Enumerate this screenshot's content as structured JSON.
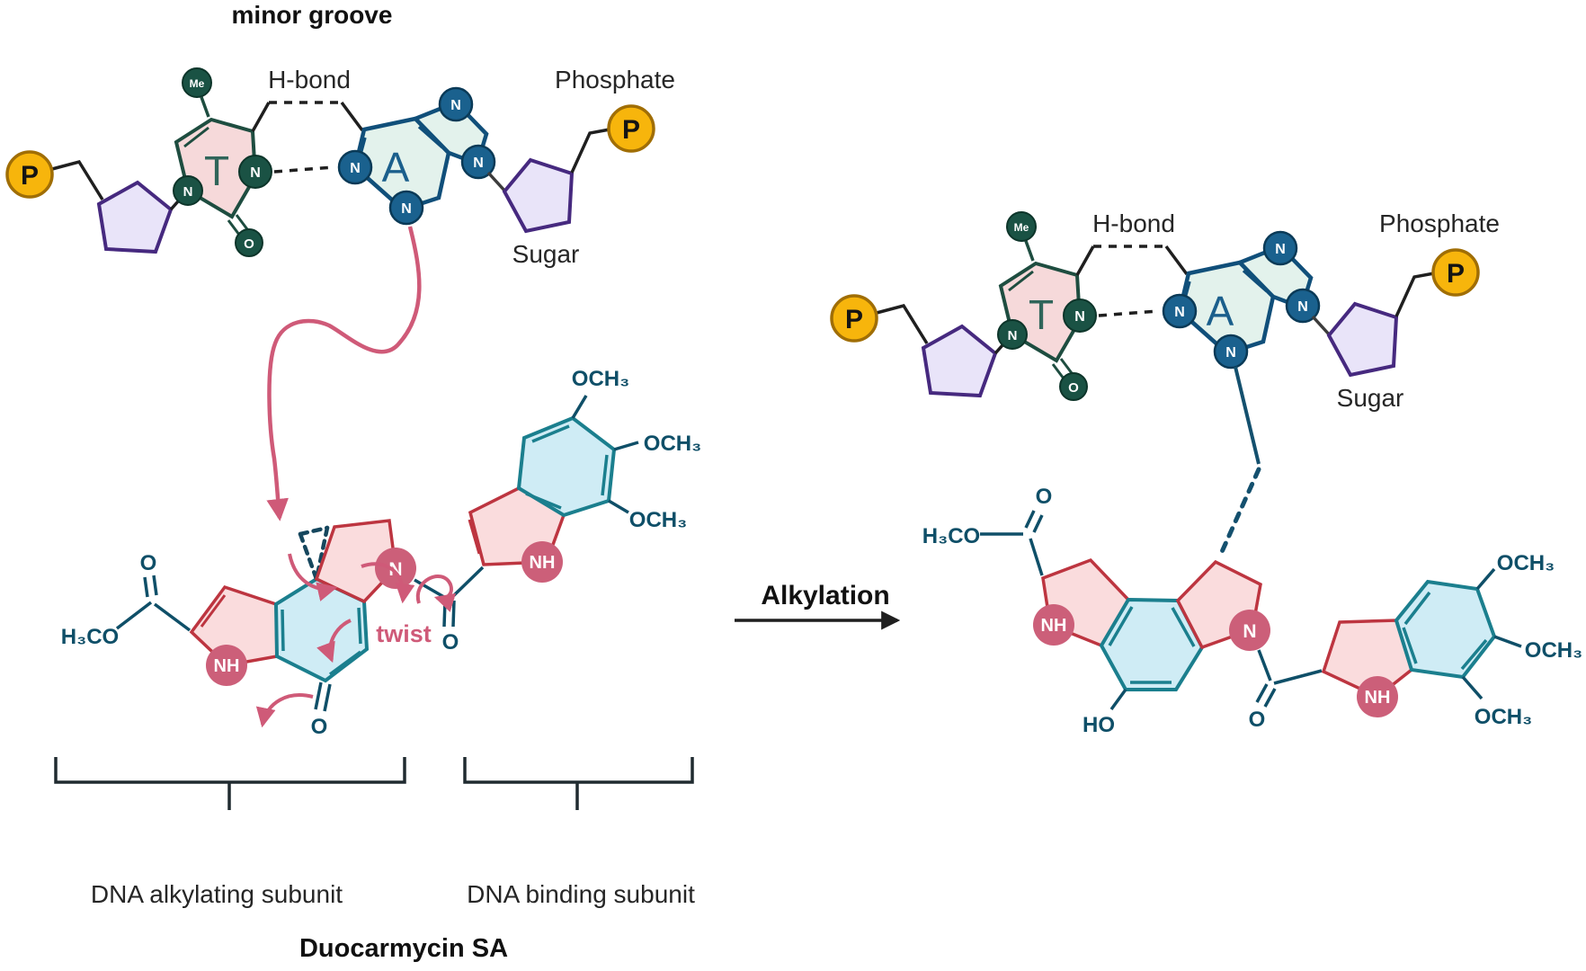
{
  "labels": {
    "minor_groove": "minor groove",
    "alkylation": "Alkylation",
    "duocarmycin_sa": "Duocarmycin SA",
    "dna_alkylating_subunit": "DNA alkylating subunit",
    "dna_binding_subunit": "DNA binding subunit",
    "twist": "twist"
  },
  "base_pair": {
    "h_bond": "H-bond",
    "phosphate": "Phosphate",
    "sugar": "Sugar",
    "phosphorus": "P",
    "methyl": "Me",
    "thymine": "T",
    "adenine": "A",
    "nitrogen": "N",
    "oxygen": "O"
  },
  "molecule": {
    "methoxy_left": "H₃CO",
    "methoxy": "OCH₃",
    "hydroxyl": "HO",
    "amine": "NH",
    "nitrogen": "N",
    "oxygen": "O"
  },
  "colors": {
    "thymine_fill": "#f6d9da",
    "thymine_stroke": "#1e4d40",
    "adenine_fill": "#e3f2ec",
    "adenine_stroke": "#104f7a",
    "nitrogen_green_circle": "#1a5244",
    "nitrogen_blue_circle": "#1a618e",
    "sugar_fill": "#e9e4f9",
    "sugar_stroke": "#46297f",
    "phosphate_fill": "#f7b50c",
    "phosphate_stroke": "#a06e05",
    "ring_pink_fill": "#fadcdd",
    "ring_crimson_stroke": "#bd3540",
    "ring_cyan_fill": "#cfecf5",
    "ring_teal_stroke": "#1b7f8e",
    "rose_circle": "#cc5f79",
    "chem_text": "#0f4f68",
    "arrow_rose": "#cf5a78",
    "bond_black": "#1f1f1f",
    "dashed_bond": "#16475e"
  }
}
